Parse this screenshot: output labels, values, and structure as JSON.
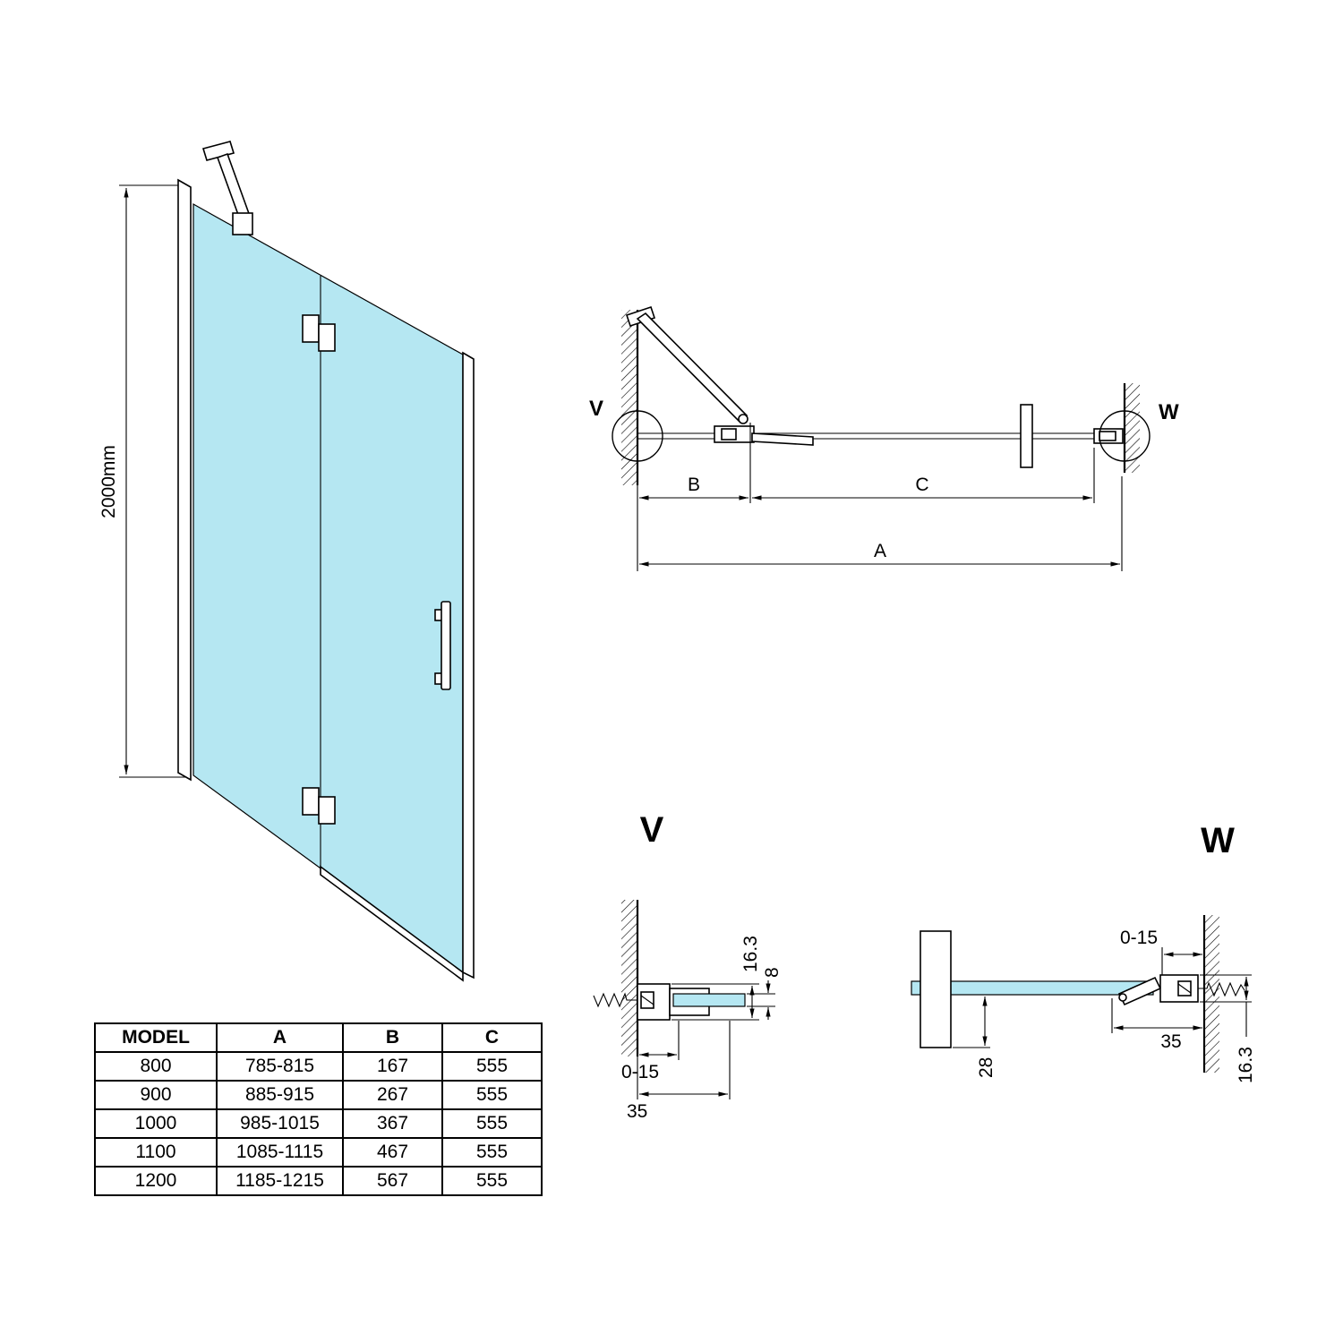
{
  "colors": {
    "glass": "#b5e7f2",
    "line": "#000000"
  },
  "front_view": {
    "height_label": "2000mm"
  },
  "top_view": {
    "left_marker": "V",
    "right_marker": "W",
    "dim_b": "B",
    "dim_c": "C",
    "dim_a": "A"
  },
  "detail_v": {
    "title": "V",
    "dim_163": "16.3",
    "dim_8": "8",
    "dim_015": "0-15",
    "dim_35": "35"
  },
  "detail_w": {
    "title": "W",
    "dim_015": "0-15",
    "dim_35": "35",
    "dim_163": "16.3",
    "dim_28": "28"
  },
  "table": {
    "headers": [
      "MODEL",
      "A",
      "B",
      "C"
    ],
    "rows": [
      [
        "800",
        "785-815",
        "167",
        "555"
      ],
      [
        "900",
        "885-915",
        "267",
        "555"
      ],
      [
        "1000",
        "985-1015",
        "367",
        "555"
      ],
      [
        "1100",
        "1085-1115",
        "467",
        "555"
      ],
      [
        "1200",
        "1185-1215",
        "567",
        "555"
      ]
    ]
  }
}
